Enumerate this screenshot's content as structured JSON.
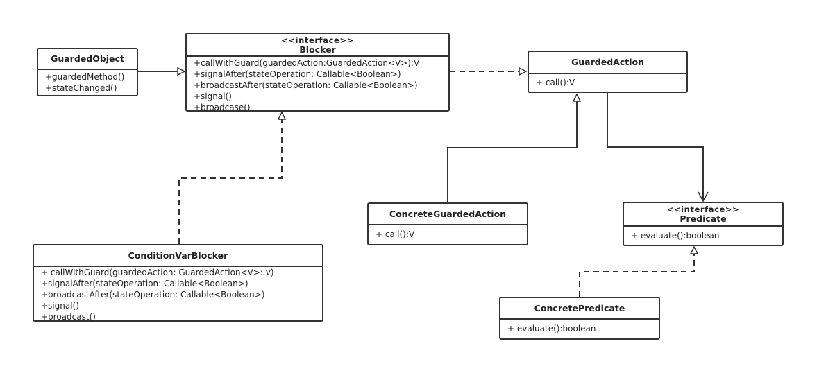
{
  "classes": {
    "guarded_object": {
      "name": "GuardedObject",
      "members": [
        "+guardedMethod()",
        "+stateChanged()"
      ]
    },
    "blocker": {
      "stereotype": "<<interface>>",
      "name": "Blocker",
      "members": [
        "+callWithGuard(guardedAction:GuardedAction<V>):V",
        "+signalAfter(stateOperation: Callable<Boolean>)",
        "+broadcastAfter(stateOperation: Callable<Boolean>)",
        "+signal()",
        "+broadcase()"
      ]
    },
    "guarded_action": {
      "name": "GuardedAction",
      "members": [
        "+ call():V"
      ]
    },
    "condition_var_blocker": {
      "name": "ConditionVarBlocker",
      "members": [
        "+ callWithGuard(guardedAction: GuardedAction<V>: v)",
        "+signalAfter(stateOperation: Callable<Boolean>)",
        "+broadcastAfter(stateOperation: Callable<Boolean>)",
        "+signal()",
        "+broadcast()"
      ]
    },
    "concrete_guarded_action": {
      "name": "ConcreteGuardedAction",
      "members": [
        "+ call():V"
      ]
    },
    "predicate": {
      "stereotype": "<<interface>>",
      "name": "Predicate",
      "members": [
        "+ evaluate():boolean"
      ]
    },
    "concrete_predicate": {
      "name": "ConcretePredicate",
      "members": [
        "+ evaluate():boolean"
      ]
    }
  },
  "relations": [
    {
      "from": "GuardedObject",
      "to": "Blocker",
      "kind": "association"
    },
    {
      "from": "Blocker",
      "to": "GuardedAction",
      "kind": "dependency"
    },
    {
      "from": "ConditionVarBlocker",
      "to": "Blocker",
      "kind": "realization"
    },
    {
      "from": "ConcreteGuardedAction",
      "to": "GuardedAction",
      "kind": "generalization"
    },
    {
      "from": "GuardedAction",
      "to": "Predicate",
      "kind": "association"
    },
    {
      "from": "ConcretePredicate",
      "to": "Predicate",
      "kind": "realization"
    }
  ],
  "colors": {
    "line": "#333333",
    "text": "#222222",
    "background": "#ffffff"
  }
}
